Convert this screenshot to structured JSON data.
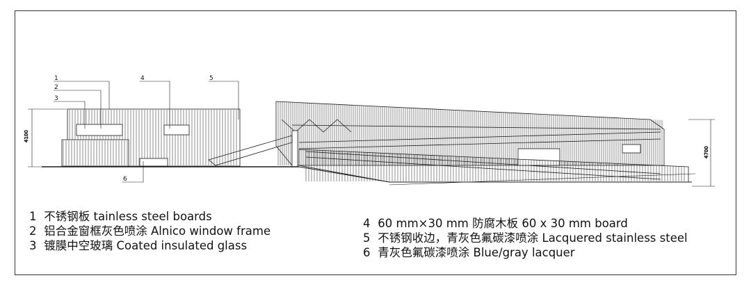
{
  "callouts": [
    "1",
    "2",
    "3",
    "4",
    "5",
    "6"
  ],
  "dimensions": [
    "4100",
    "4700"
  ],
  "legend": {
    "left": [
      {
        "num": "1",
        "text": "不锈钢板 tainless steel boards"
      },
      {
        "num": "2",
        "text": "铝合金窗框灰色喷涂 Alnico window frame"
      },
      {
        "num": "3",
        "text": "镀膜中空玻璃 Coated insulated glass"
      }
    ],
    "right": [
      {
        "num": "4",
        "text": "60 mm×30 mm 防腐木板 60 x 30 mm board"
      },
      {
        "num": "5",
        "text": "不锈钢收边，青灰色氟碳漆喷涂 Lacquered stainless steel"
      },
      {
        "num": "6",
        "text": "青灰色氟碳漆喷涂 Blue/gray lacquer"
      }
    ]
  },
  "colors": {
    "line": "#1a1a1a",
    "background": "#ffffff"
  }
}
